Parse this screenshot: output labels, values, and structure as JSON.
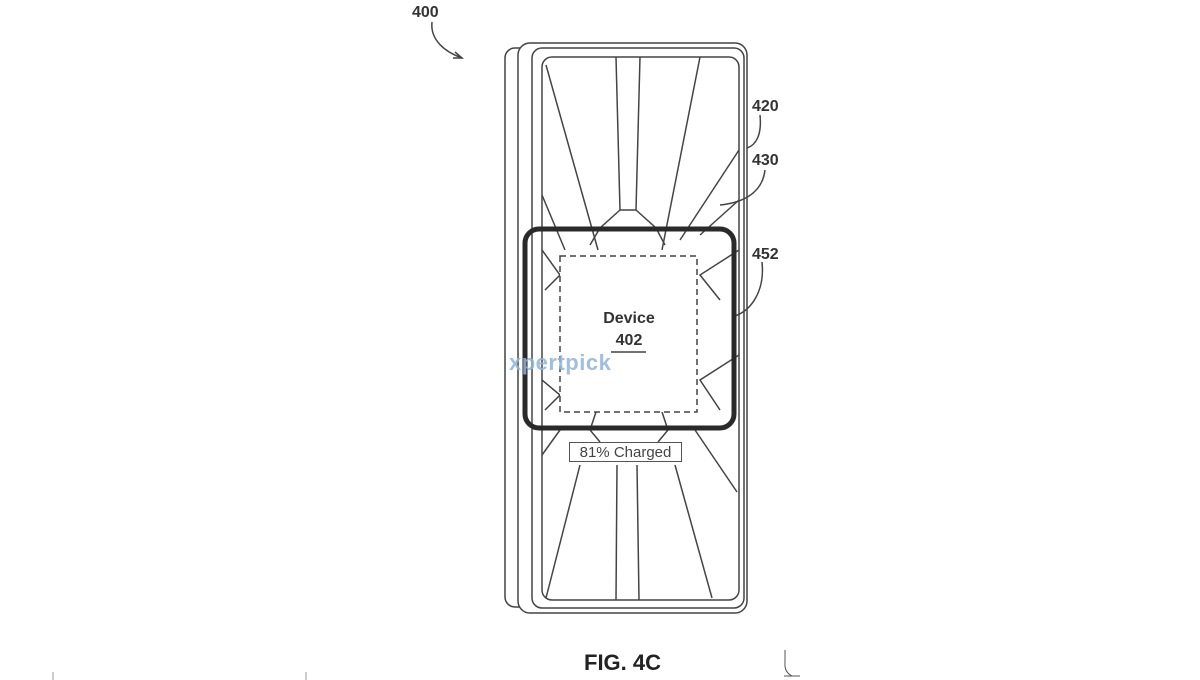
{
  "figure": {
    "number_label": "400",
    "title": "FIG. 4C",
    "ref_labels": [
      "420",
      "430",
      "452"
    ],
    "device_label": "Device",
    "device_ref": "402",
    "status_text": "81% Charged",
    "watermark": "xpertpick"
  }
}
